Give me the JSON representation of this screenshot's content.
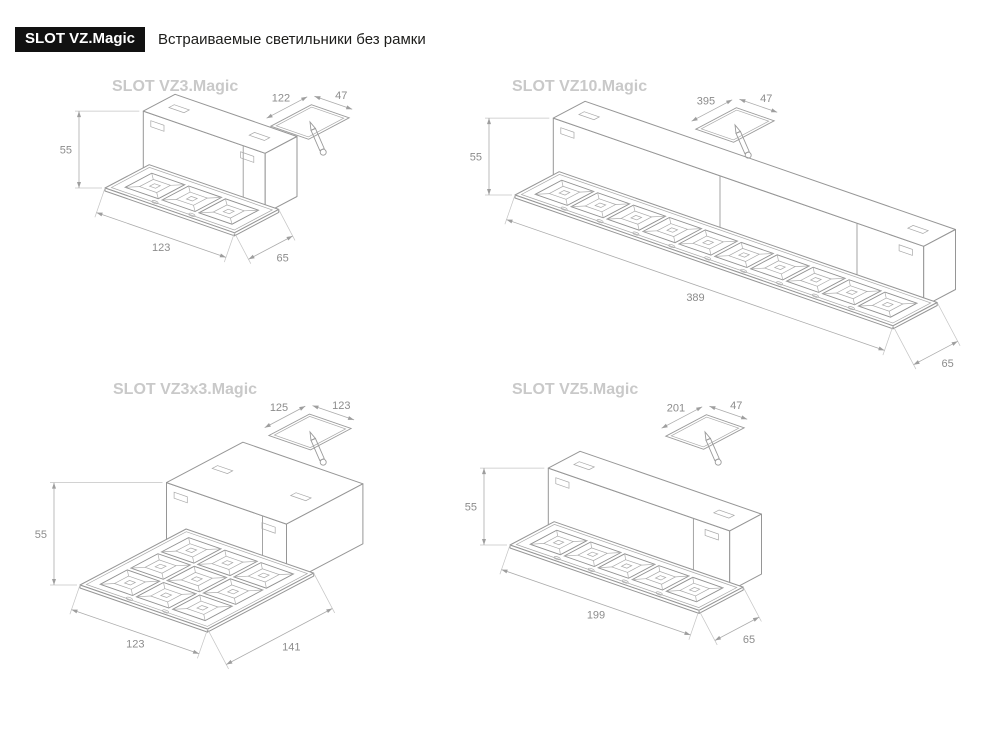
{
  "colors": {
    "badge_bg": "#111111",
    "badge_text": "#ffffff",
    "subtitle_text": "#1d1d1b",
    "panel_title": "#c9c9c9",
    "drawing_line": "#9a9a9a",
    "dimension_text": "#8c8c8c"
  },
  "header": {
    "badge": "SLOT VZ.Magic",
    "subtitle": "Встраиваемые светильники без рамки"
  },
  "panels": [
    {
      "id": "vz3",
      "title": "SLOT VZ3.Magic",
      "dims": {
        "height": "55",
        "length": "123",
        "width": "65"
      },
      "cutout": {
        "length": "122",
        "width": "47"
      }
    },
    {
      "id": "vz10",
      "title": "SLOT VZ10.Magic",
      "dims": {
        "height": "55",
        "length": "389",
        "width": "65"
      },
      "cutout": {
        "length": "395",
        "width": "47"
      }
    },
    {
      "id": "vz3x3",
      "title": "SLOT VZ3x3.Magic",
      "dims": {
        "height": "55",
        "length": "123",
        "width": "141"
      },
      "cutout": {
        "length": "125",
        "width": "123"
      }
    },
    {
      "id": "vz5",
      "title": "SLOT VZ5.Magic",
      "dims": {
        "height": "55",
        "length": "199",
        "width": "65"
      },
      "cutout": {
        "length": "201",
        "width": "47"
      }
    }
  ]
}
